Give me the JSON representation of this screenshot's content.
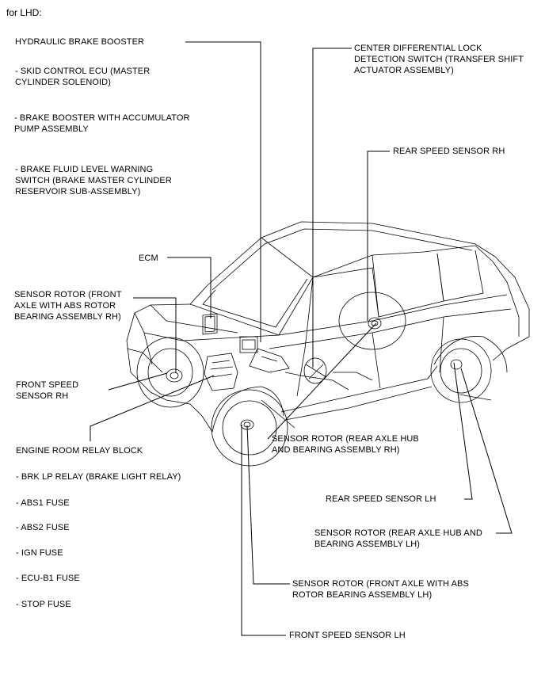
{
  "header": "for LHD:",
  "labels": {
    "hydraulic_brake_booster": "HYDRAULIC BRAKE BOOSTER",
    "skid_control_ecu": "- SKID CONTROL ECU (MASTER\nCYLINDER SOLENOID)",
    "brake_booster_accumulator": "- BRAKE BOOSTER WITH ACCUMULATOR\nPUMP ASSEMBLY",
    "brake_fluid_level_switch": "- BRAKE FLUID LEVEL WARNING\nSWITCH (BRAKE MASTER CYLINDER\nRESERVOIR SUB-ASSEMBLY)",
    "ecm": "ECM",
    "sensor_rotor_front_rh": "SENSOR ROTOR (FRONT\nAXLE WITH ABS ROTOR\nBEARING ASSEMBLY RH)",
    "front_speed_sensor_rh": "FRONT SPEED\nSENSOR RH",
    "engine_room_relay_block": "ENGINE ROOM RELAY BLOCK",
    "brk_lp_relay": "- BRK LP RELAY (BRAKE LIGHT RELAY)",
    "abs1_fuse": "- ABS1 FUSE",
    "abs2_fuse": "- ABS2 FUSE",
    "ign_fuse": "- IGN FUSE",
    "ecu_b1_fuse": "- ECU-B1 FUSE",
    "stop_fuse": "- STOP FUSE",
    "center_diff_lock_switch": "CENTER DIFFERENTIAL LOCK\nDETECTION SWITCH (TRANSFER SHIFT\nACTUATOR ASSEMBLY)",
    "rear_speed_sensor_rh": "REAR SPEED SENSOR RH",
    "sensor_rotor_rear_rh": "SENSOR ROTOR (REAR AXLE HUB\nAND BEARING ASSEMBLY RH)",
    "rear_speed_sensor_lh": "REAR SPEED SENSOR LH",
    "sensor_rotor_rear_lh": "SENSOR ROTOR (REAR AXLE HUB AND\nBEARING ASSEMBLY LH)",
    "sensor_rotor_front_lh": "SENSOR ROTOR (FRONT AXLE WITH ABS\nROTOR BEARING ASSEMBLY LH)",
    "front_speed_sensor_lh": "FRONT SPEED SENSOR LH"
  }
}
